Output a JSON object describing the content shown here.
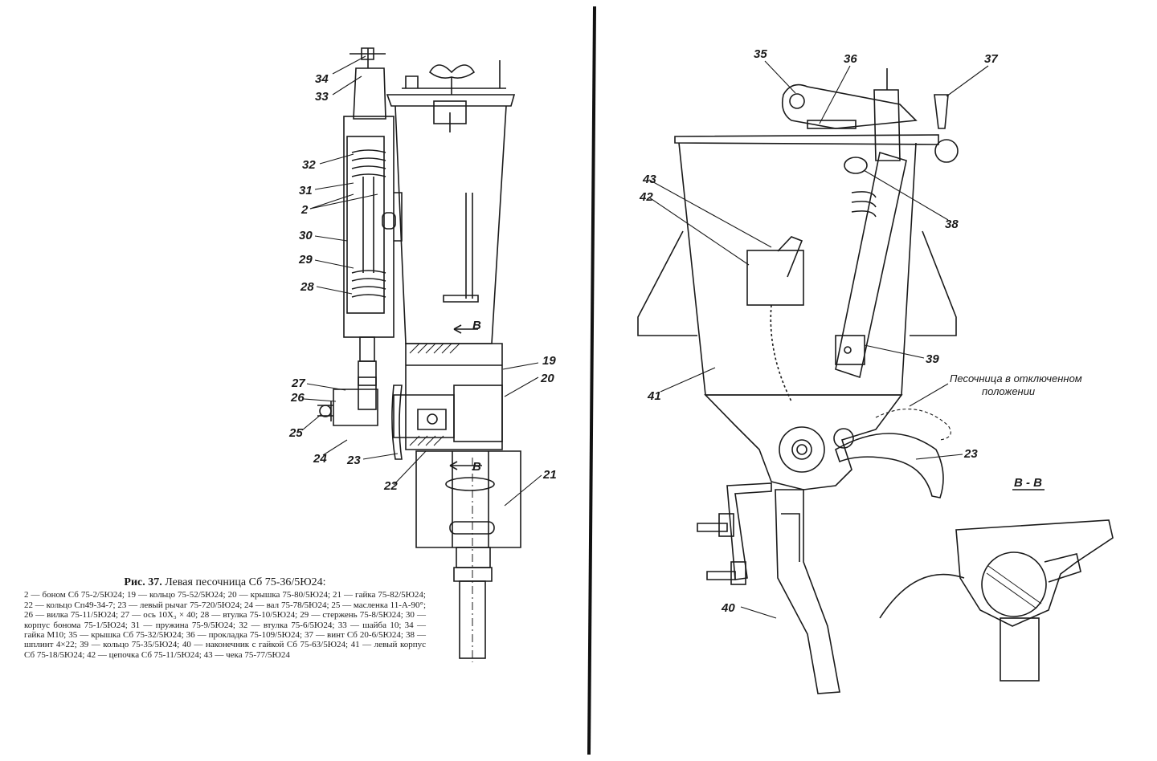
{
  "figure": {
    "number_label": "Рис. 37.",
    "title": "Левая песочница Сб 75-36/5Ю24:",
    "caption": "2 — боном Сб 75-2/5Ю24; 19 — кольцо 75-52/5Ю24; 20 — крышка 75-80/5Ю24; 21 — гайка 75-82/5Ю24; 22 — кольцо Сп49-34-7; 23 — левый рычаг 75-720/5Ю24; 24 — вал 75-78/5Ю24; 25 — масленка 11-А-90°; 26 — вилка 75-11/5Ю24; 27 — ось 10X₃ × 40; 28 — втулка 75-10/5Ю24; 29 — стержень 75-8/5Ю24; 30 — корпус бонома 75-1/5Ю24; 31 — пружина 75-9/5Ю24; 32 — втулка 75-6/5Ю24; 33 — шайба 10; 34 — гайка М10; 35 — крышка Сб 75-32/5Ю24; 36 — прокладка 75-109/5Ю24; 37 — винт Сб 20-6/5Ю24; 38 — шплинт 4×22; 39 — кольцо 75-35/5Ю24; 40 — наконечник с гайкой Сб 75-63/5Ю24; 41 — левый корпус Сб 75-18/5Ю24; 42 — цепочка Сб 75-11/5Ю24; 43 — чека 75-77/5Ю24"
  },
  "left_view_labels": {
    "l34": "34",
    "l33": "33",
    "l32": "32",
    "l31": "31",
    "l2": "2",
    "l30": "30",
    "l29": "29",
    "l28": "28",
    "l27": "27",
    "l26": "26",
    "l25": "25",
    "l24": "24",
    "l23": "23",
    "l22": "22",
    "l21": "21",
    "l20": "20",
    "l19": "19",
    "section_mark_top": "В",
    "section_mark_bottom": "В"
  },
  "right_view_labels": {
    "l35": "35",
    "l36": "36",
    "l37": "37",
    "l38": "38",
    "l39": "39",
    "l40": "40",
    "l41": "41",
    "l42": "42",
    "l43": "43",
    "l23": "23",
    "note_line1": "Песочница в отключенном",
    "note_line2": "положении",
    "section_title": "В - В"
  }
}
